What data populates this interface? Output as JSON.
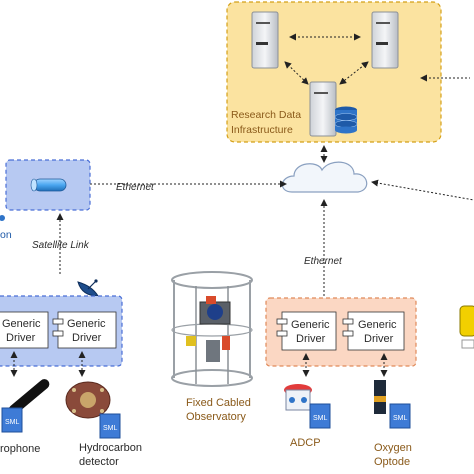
{
  "infrastructure": {
    "label_line1": "Research Data",
    "label_line2": "Infrastructure"
  },
  "links": {
    "ethernet_top": "Ethernet",
    "ethernet_mid": "Ethernet",
    "satellite": "Satellite Link"
  },
  "left_partial": {
    "truncated_text": "on"
  },
  "left_driver_box": {
    "driver1_line1": "Generic",
    "driver1_line2": "Driver",
    "driver2_line1": "Generic",
    "driver2_line2": "Driver"
  },
  "right_driver_box": {
    "driver1_line1": "Generic",
    "driver1_line2": "Driver",
    "driver2_line1": "Generic",
    "driver2_line2": "Driver"
  },
  "sensors": {
    "hydrophone": "rophone",
    "hydrocarbon_line1": "Hydrocarbon",
    "hydrocarbon_line2": "detector",
    "observatory_line1": "Fixed Cabled",
    "observatory_line2": "Observatory",
    "adcp": "ADCP",
    "oxygen_line1": "Oxygen",
    "oxygen_line2": "Optode"
  },
  "sml_tag": "SML",
  "colors": {
    "infra_fill": "#fbe3a0",
    "infra_border": "#d4a017",
    "blue_fill": "#b7c9f2",
    "blue_border": "#4a6fd6",
    "peach_fill": "#fbd7c3",
    "peach_border": "#e08a5a",
    "cloud_fill": "#f2f6fb",
    "cloud_stroke": "#8aa0c0"
  }
}
